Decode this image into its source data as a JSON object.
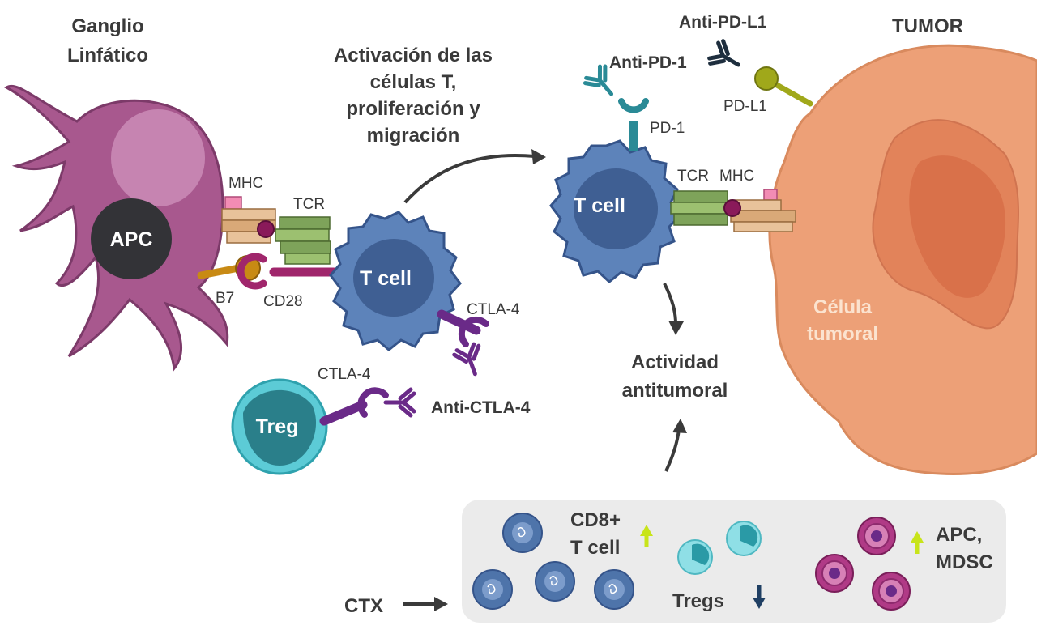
{
  "labels": {
    "ganglio_1": "Ganglio",
    "ganglio_2": "Linfático",
    "tumor": "TUMOR",
    "activacion_1": "Activación de las",
    "activacion_2": "células T,",
    "activacion_3": "proliferación y",
    "activacion_4": "migración",
    "apc": "APC",
    "mhc_left": "MHC",
    "tcr_left": "TCR",
    "b7": "B7",
    "cd28": "CD28",
    "tcell_left": "T cell",
    "ctla4_tcell": "CTLA-4",
    "ctla4_treg": "CTLA-4",
    "anti_ctla4": "Anti-CTLA-4",
    "treg": "Treg",
    "anti_pd1": "Anti-PD-1",
    "pd1": "PD-1",
    "anti_pdl1": "Anti-PD-L1",
    "pdl1": "PD-L1",
    "tcell_right": "T cell",
    "tcr_right": "TCR",
    "mhc_right": "MHC",
    "celula_1": "Célula",
    "celula_2": "tumoral",
    "actividad_1": "Actividad",
    "actividad_2": "antitumoral",
    "cd8_1": "CD8+",
    "cd8_2": "T cell",
    "tregs": "Tregs",
    "apc_mdsc_1": "APC,",
    "apc_mdsc_2": "MDSC",
    "ctx": "CTX"
  },
  "colors": {
    "apc_cell": "#a8588e",
    "tcell": "#5d83ba",
    "treg": "#5ccbd6",
    "tumor": "#eda077",
    "ctla4": "#6a2a88",
    "pd1": "#2a8a96",
    "pdl1": "#a0a81a",
    "b7": "#c88a14",
    "increase_arrow": "#c8e41a",
    "decrease_arrow": "#1f3f63"
  }
}
